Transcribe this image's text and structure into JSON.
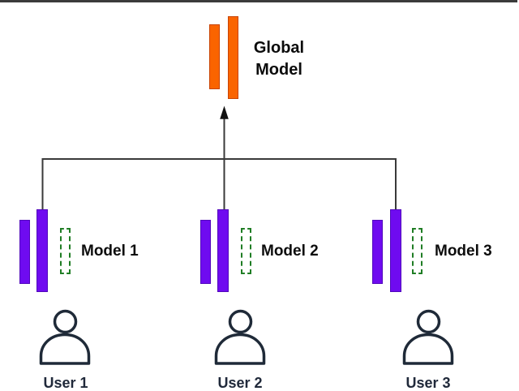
{
  "figure": {
    "title_hidden": "",
    "global_model": {
      "label": "Global Model"
    },
    "models": [
      {
        "label": "Model 1"
      },
      {
        "label": "Model 2"
      },
      {
        "label": "Model 3"
      }
    ],
    "users": [
      {
        "label": "User 1"
      },
      {
        "label": "User 2"
      },
      {
        "label": "User 3"
      }
    ],
    "colors": {
      "global_bar_fill": "#FA6400",
      "global_bar_border": "#C84301",
      "local_bar_fill": "#6F0BF0",
      "local_bar_border": "#5108BC",
      "placeholder_dashed_border": "#1F7D24",
      "connector_line": "#3A3A3A",
      "arrowhead": "#111111",
      "user_icon_stroke": "#1F2A38",
      "label_text": "#0D0D0D",
      "top_strip": "#3B3B3B"
    }
  }
}
